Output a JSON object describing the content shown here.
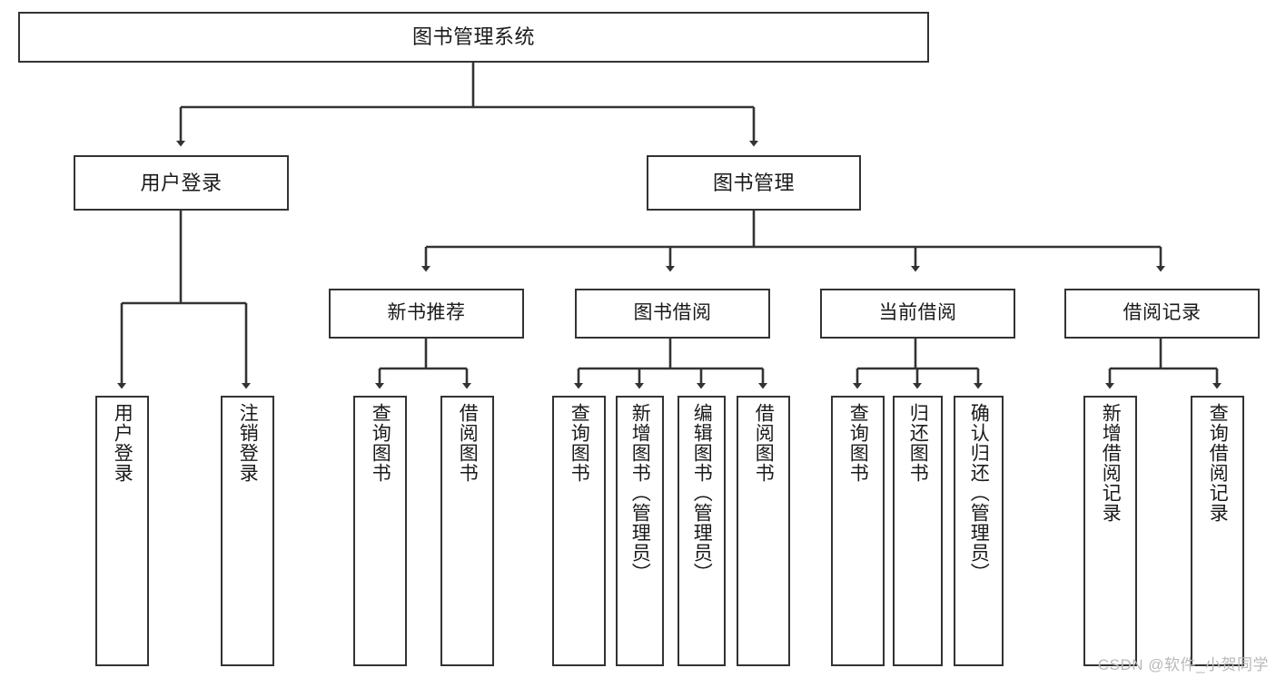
{
  "diagram": {
    "title": "图书管理系统",
    "type": "tree-hierarchy-chart",
    "orientation": "top-down",
    "colors": {
      "box_border": "#333333",
      "box_fill": "#ffffff",
      "edge": "#333333",
      "text": "#1a1a1a",
      "watermark": "#b9b9b9",
      "background": "#ffffff"
    },
    "nodes": {
      "root": {
        "label": "图书管理系统",
        "level": 1
      },
      "user_login": {
        "label": "用户登录",
        "level": 2
      },
      "book_manage": {
        "label": "图书管理",
        "level": 2
      },
      "new_book_rec": {
        "label": "新书推荐",
        "level": 3
      },
      "book_borrow": {
        "label": "图书借阅",
        "level": 3
      },
      "current_borrow": {
        "label": "当前借阅",
        "level": 3
      },
      "borrow_record": {
        "label": "借阅记录",
        "level": 3
      },
      "leaf_user_login": {
        "label": "用户登录",
        "level": 4
      },
      "leaf_logout": {
        "label": "注销登录",
        "level": 4
      },
      "leaf_query_book_1": {
        "label": "查询图书",
        "level": 4
      },
      "leaf_borrow_book_1": {
        "label": "借阅图书",
        "level": 4
      },
      "leaf_query_book_2": {
        "label": "查询图书",
        "level": 4
      },
      "leaf_add_book": {
        "label": "新增图书（管理员）",
        "level": 4
      },
      "leaf_edit_book": {
        "label": "编辑图书（管理员）",
        "level": 4
      },
      "leaf_borrow_book_2": {
        "label": "借阅图书",
        "level": 4
      },
      "leaf_query_book_3": {
        "label": "查询图书",
        "level": 4
      },
      "leaf_return_book": {
        "label": "归还图书",
        "level": 4
      },
      "leaf_confirm_return": {
        "label": "确认归还（管理员）",
        "level": 4
      },
      "leaf_add_record": {
        "label": "新增借阅记录",
        "level": 4
      },
      "leaf_query_record": {
        "label": "查询借阅记录",
        "level": 4
      }
    },
    "edges": [
      {
        "from": "root",
        "to": "user_login"
      },
      {
        "from": "root",
        "to": "book_manage"
      },
      {
        "from": "book_manage",
        "to": "new_book_rec"
      },
      {
        "from": "book_manage",
        "to": "book_borrow"
      },
      {
        "from": "book_manage",
        "to": "current_borrow"
      },
      {
        "from": "book_manage",
        "to": "borrow_record"
      },
      {
        "from": "user_login",
        "to": "leaf_user_login"
      },
      {
        "from": "user_login",
        "to": "leaf_logout"
      },
      {
        "from": "new_book_rec",
        "to": "leaf_query_book_1"
      },
      {
        "from": "new_book_rec",
        "to": "leaf_borrow_book_1"
      },
      {
        "from": "book_borrow",
        "to": "leaf_query_book_2"
      },
      {
        "from": "book_borrow",
        "to": "leaf_add_book"
      },
      {
        "from": "book_borrow",
        "to": "leaf_edit_book"
      },
      {
        "from": "book_borrow",
        "to": "leaf_borrow_book_2"
      },
      {
        "from": "current_borrow",
        "to": "leaf_query_book_3"
      },
      {
        "from": "current_borrow",
        "to": "leaf_return_book"
      },
      {
        "from": "current_borrow",
        "to": "leaf_confirm_return"
      },
      {
        "from": "borrow_record",
        "to": "leaf_add_record"
      },
      {
        "from": "borrow_record",
        "to": "leaf_query_record"
      }
    ]
  },
  "watermark": {
    "text": "CSDN @软件_小贺同学"
  }
}
